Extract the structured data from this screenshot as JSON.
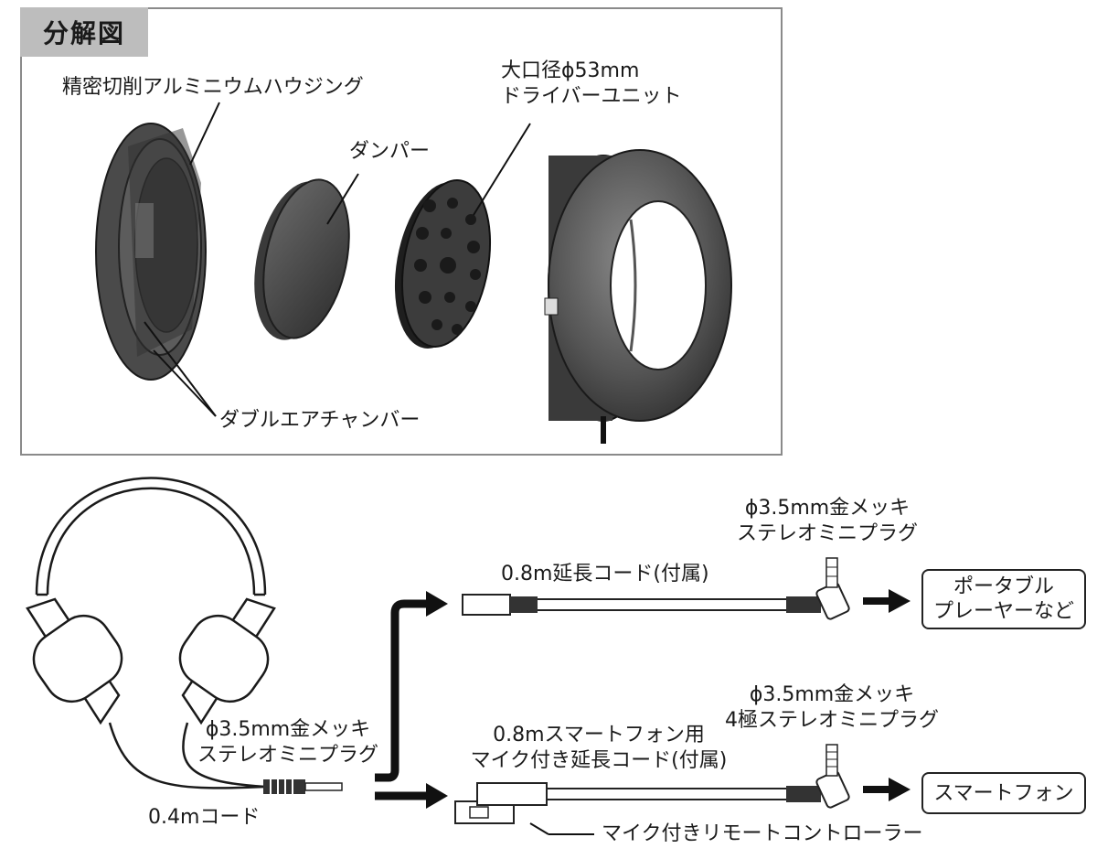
{
  "exploded_view": {
    "title": "分解図",
    "housing_label": "精密切削アルミニウムハウジング",
    "damper_label": "ダンパー",
    "driver_label_line1": "大口径ϕ53mm",
    "driver_label_line2": "ドライバーユニット",
    "chamber_label": "ダブルエアチャンバー"
  },
  "connection": {
    "main_plug_line1": "ϕ3.5mm金メッキ",
    "main_plug_line2": "ステレオミニプラグ",
    "main_cord_label": "0.4mコード",
    "ext_cord_label": "0.8m延長コード(付属)",
    "ext_plug_line1": "ϕ3.5mm金メッキ",
    "ext_plug_line2": "ステレオミニプラグ",
    "portable_line1": "ポータブル",
    "portable_line2": "プレーヤーなど",
    "phone_cord_line1": "0.8mスマートフォン用",
    "phone_cord_line2": "マイク付き延長コード(付属)",
    "phone_plug_line1": "ϕ3.5mm金メッキ",
    "phone_plug_line2": "4極ステレオミニプラグ",
    "smartphone_label": "スマートフォン",
    "remote_label": "マイク付きリモートコントローラー"
  },
  "colors": {
    "panel_border": "#8a8a8a",
    "title_bg": "#bdbdbd",
    "part_dark": "#3a3a3a"
  }
}
